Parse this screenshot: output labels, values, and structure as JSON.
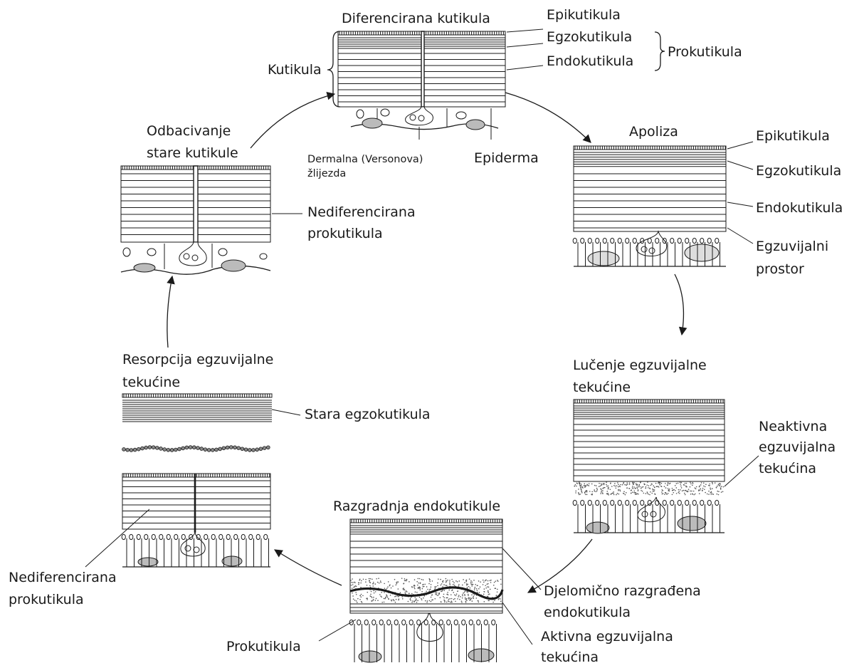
{
  "panels": {
    "differentiated": {
      "title": "Diferencirana kutikula",
      "labels": {
        "epicuticle": "Epikutikula",
        "exocuticle": "Egzokutikula",
        "endocuticle": "Endokutikula",
        "procuticle": "Prokutikula",
        "cuticle": "Kutikula",
        "gland_line1": "Dermalna (Versonova)",
        "gland_line2": "žlijezda",
        "epidermis": "Epiderma"
      }
    },
    "apolysis": {
      "title": "Apoliza",
      "labels": {
        "epicuticle": "Epikutikula",
        "exocuticle": "Egzokutikula",
        "endocuticle": "Endokutikula",
        "space_line1": "Egzuvijalni",
        "space_line2": "prostor"
      }
    },
    "secretion": {
      "title_line1": "Lučenje egzuvijalne",
      "title_line2": "tekućine",
      "labels": {
        "inactive_line1": "Neaktivna",
        "inactive_line2": "egzuvijalna",
        "inactive_line3": "tekućina"
      }
    },
    "digestion": {
      "title": "Razgradnja endokutikule",
      "labels": {
        "partial_line1": "Djelomično razgrađena",
        "partial_line2": "endokutikula",
        "active_line1": "Aktivna egzuvijalna",
        "active_line2": "tekućina",
        "procuticle": "Prokutikula"
      }
    },
    "resorption": {
      "title_line1": "Resorpcija egzuvijalne",
      "title_line2": "tekućine",
      "labels": {
        "old_exo": "Stara egzokutikula",
        "undiff_line1": "Nediferencirana",
        "undiff_line2": "prokutikula"
      }
    },
    "ecdysis": {
      "title_line1": "Odbacivanje",
      "title_line2": "stare kutikule",
      "labels": {
        "undiff_line1": "Nediferencirana",
        "undiff_line2": "prokutikula"
      }
    }
  },
  "colors": {
    "ink": "#1a1a1a",
    "stipple": "#555555"
  }
}
